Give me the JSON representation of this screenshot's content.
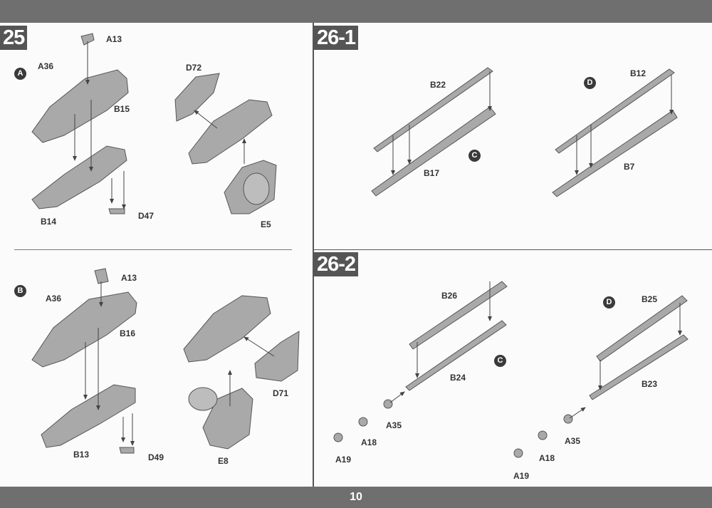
{
  "page_number": "10",
  "steps": {
    "s25": {
      "number": "25",
      "variant_a": {
        "marker": "A",
        "parts": [
          "A13",
          "A36",
          "B15",
          "B14",
          "D47",
          "D72",
          "E5"
        ]
      },
      "variant_b": {
        "marker": "B",
        "parts": [
          "A13",
          "A36",
          "B16",
          "B13",
          "D49",
          "D71",
          "E8"
        ]
      }
    },
    "s26_1": {
      "number": "26-1",
      "left": {
        "parts": [
          "B22",
          "B17"
        ],
        "marker": "C"
      },
      "right": {
        "parts": [
          "B12",
          "B7"
        ],
        "marker": "D"
      }
    },
    "s26_2": {
      "number": "26-2",
      "left": {
        "parts": [
          "B26",
          "B24",
          "A35",
          "A18",
          "A19"
        ],
        "marker": "C"
      },
      "right": {
        "parts": [
          "B25",
          "B23",
          "A35",
          "A18",
          "A19"
        ],
        "marker": "D"
      }
    }
  },
  "colors": {
    "bar": "#6f6f6f",
    "part": "#a9a9a9",
    "step_badge": "#555555"
  }
}
